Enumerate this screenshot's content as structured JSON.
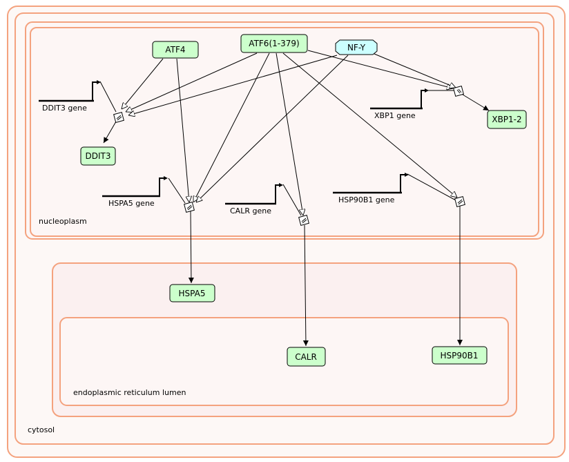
{
  "compartments": {
    "cytosol": "cytosol",
    "nucleoplasm": "nucleoplasm",
    "er_lumen": "endoplasmic reticulum lumen"
  },
  "nodes": {
    "atf4": "ATF4",
    "atf6": "ATF6(1-379)",
    "nfy": "NF-Y",
    "xbp1_2": "XBP1-2",
    "ddit3": "DDIT3",
    "hspa5": "HSPA5",
    "calr": "CALR",
    "hsp90b1": "HSP90B1"
  },
  "genes": {
    "ddit3": "DDIT3 gene",
    "xbp1": "XBP1 gene",
    "hspa5": "HSPA5 gene",
    "calr": "CALR gene",
    "hsp90b1": "HSP90B1 gene"
  },
  "colors": {
    "compartment_border": "#f4a27e",
    "protein_fill": "#ccffcc",
    "complex_fill": "#ccffff"
  }
}
